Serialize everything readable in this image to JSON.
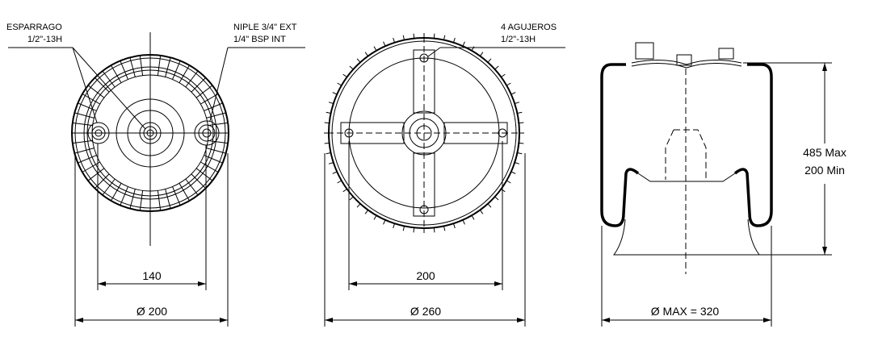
{
  "view_top": {
    "label_stud_line1": "ESPARRAGO",
    "label_stud_line2": "1/2\"-13H",
    "label_nipple_line1": "NIPLE 3/4\" EXT",
    "label_nipple_line2": "1/4\" BSP INT",
    "dim_studs": "140",
    "dim_diameter": "Ø 200"
  },
  "view_bottom": {
    "label_holes_line1": "4 AGUJEROS",
    "label_holes_line2": "1/2\"-13H",
    "dim_holes": "200",
    "dim_diameter": "Ø 260"
  },
  "view_side": {
    "dim_height_max": "485 Max",
    "dim_height_min": "200 Min",
    "dim_diameter": "Ø MAX = 320"
  }
}
